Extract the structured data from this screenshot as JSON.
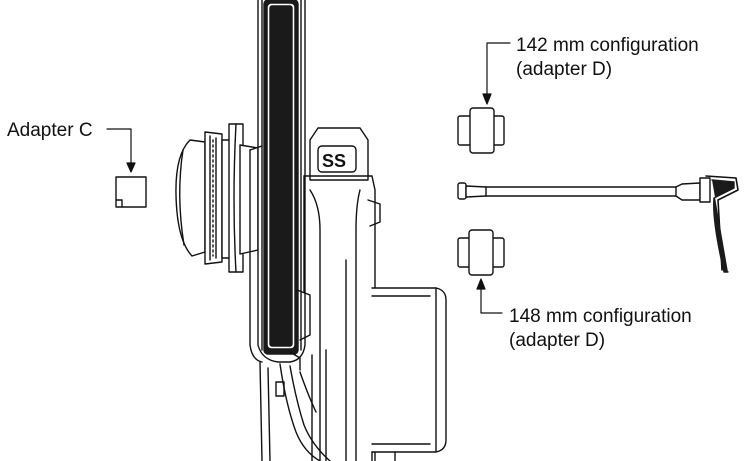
{
  "callouts": {
    "adapter_c": {
      "text": "Adapter C"
    },
    "config_142": {
      "line1": "142 mm configuration",
      "line2": "(adapter D)"
    },
    "config_148": {
      "line1": "148 mm configuration",
      "line2": "(adapter D)"
    }
  },
  "colors": {
    "stroke": "#111111",
    "fill_dark": "#1a1a1a",
    "background": "#ffffff"
  }
}
